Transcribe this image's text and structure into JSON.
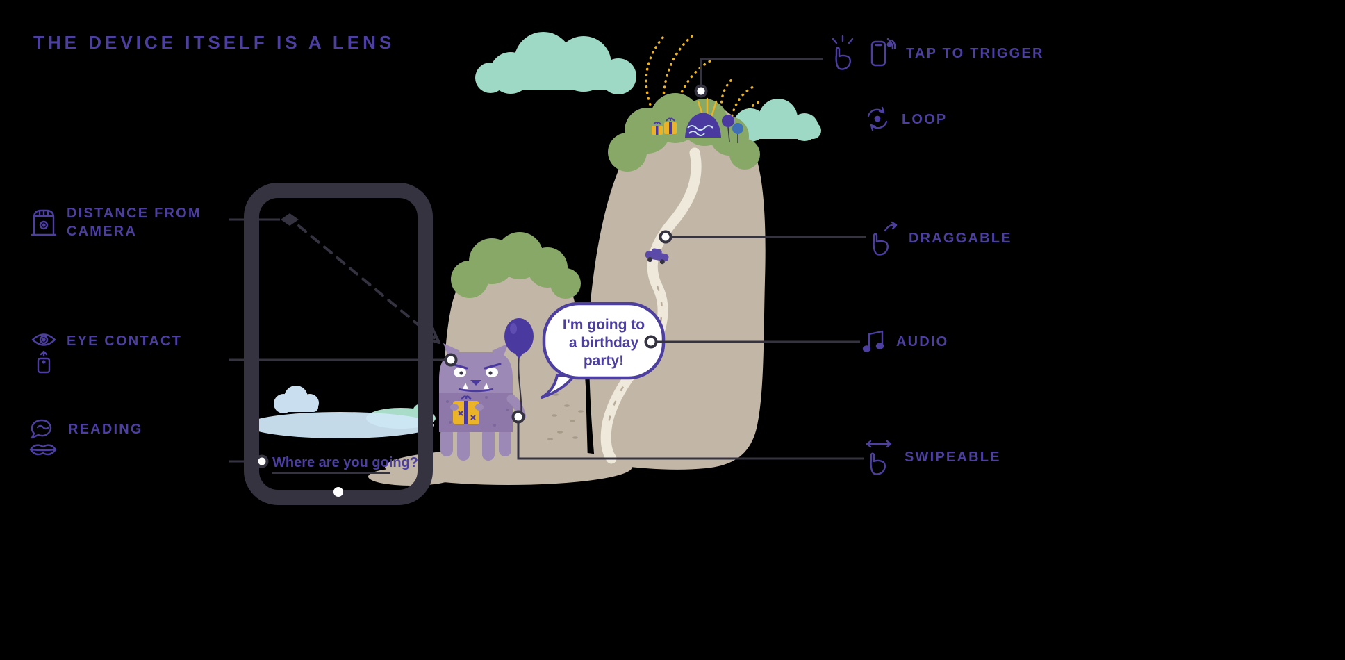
{
  "title": "THE DEVICE ITSELF IS A LENS",
  "labels": {
    "left": [
      {
        "id": "distance-from-camera",
        "line1": "DISTANCE FROM",
        "line2": "CAMERA"
      },
      {
        "id": "eye-contact",
        "label": "EYE CONTACT"
      },
      {
        "id": "reading",
        "label": "READING"
      }
    ],
    "right": [
      {
        "id": "tap-to-trigger",
        "label": "TAP TO TRIGGER"
      },
      {
        "id": "loop",
        "label": "LOOP"
      },
      {
        "id": "draggable",
        "label": "DRAGGABLE"
      },
      {
        "id": "audio",
        "label": "AUDIO"
      },
      {
        "id": "swipeable",
        "label": "SWIPEABLE"
      }
    ]
  },
  "scene": {
    "speech_lines": [
      "I'm going to",
      "a birthday",
      "party!"
    ],
    "question": "Where are you going?"
  },
  "colors": {
    "background": "#000000",
    "accent_purple": "#4c3fa0",
    "outline_dark": "#363341",
    "cloud_mint": "#9ed9c5",
    "grass_green": "#87a867",
    "hill_tan": "#c2b6a6",
    "firework_yellow": "#eab328",
    "monster_purple": "#9d89b6",
    "balloon_purple": "#4a3aa0",
    "lake_blue": "#cfe6f4",
    "cloud_light_blue": "#c9dff0",
    "road_cream": "#efe9dc",
    "bubble_white": "#ffffff"
  }
}
